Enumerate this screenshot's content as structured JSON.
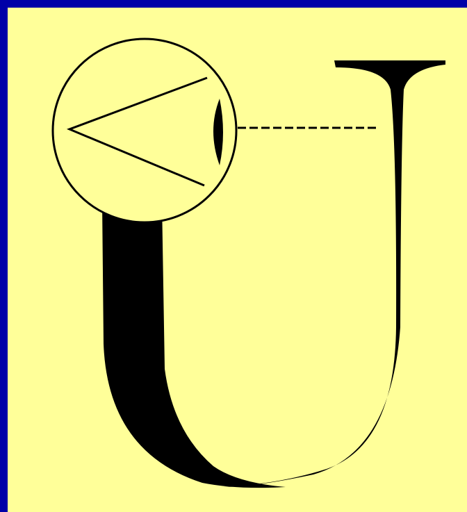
{
  "colors": {
    "border": "#0000a8",
    "background": "#ffff99",
    "ink": "#000000"
  },
  "figure": {
    "letter_form": "U",
    "elements": [
      "eye-icon",
      "sight-line",
      "letter-u"
    ],
    "sight_line_style": "dashed"
  }
}
